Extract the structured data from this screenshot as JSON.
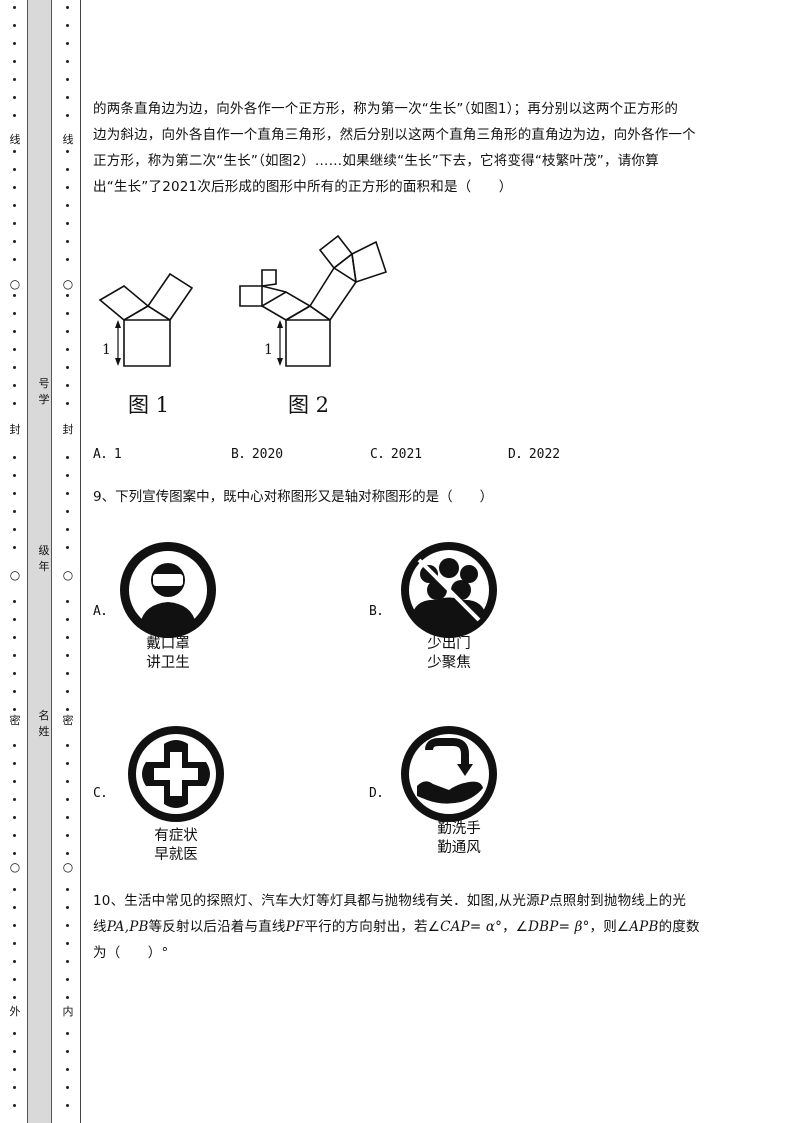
{
  "binding": {
    "outer_marks": [
      "线",
      "○",
      "封",
      "○",
      "密",
      "○",
      "外"
    ],
    "inner_marks": [
      "线",
      "○",
      "封",
      "○",
      "密",
      "○",
      "内"
    ],
    "student_fields": [
      "号学",
      "级年",
      "名姓"
    ]
  },
  "q8": {
    "lines": [
      "的两条直角边为边，向外各作一个正方形，称为第一次“生长”（如图1）；再分别以这两个正方形的",
      "边为斜边，向外各自作一个直角三角形，然后分别以这两个直角三角形的直角边为边，向外各作一个",
      "正方形，称为第二次“生长”（如图2）……如果继续“生长”下去，它将变得“枝繁叶茂”，请你算",
      "出“生长”了2021次后形成的图形中所有的正方形的面积和是（　　）"
    ],
    "figure1": {
      "caption": "图 1",
      "side_label": "1"
    },
    "figure2": {
      "caption": "图 2",
      "side_label": "1"
    },
    "options": [
      "A．1",
      "B．2020",
      "C．2021",
      "D．2022"
    ]
  },
  "q9": {
    "stem": "9、下列宣传图案中，既中心对称图形又是轴对称图形的是（　　）",
    "options": [
      {
        "letter": "A．",
        "icon": "mask-person-icon",
        "caption": [
          "戴口罩",
          "讲卫生"
        ]
      },
      {
        "letter": "B．",
        "icon": "crowd-prohibited-icon",
        "caption": [
          "少出门",
          "少聚焦"
        ]
      },
      {
        "letter": "C．",
        "icon": "medical-cross-icon",
        "caption": [
          "有症状",
          "早就医"
        ]
      },
      {
        "letter": "D．",
        "icon": "hand-washing-icon",
        "caption": [
          "勤洗手",
          "勤通风"
        ]
      }
    ]
  },
  "q10": {
    "line1": "10、生活中常见的探照灯、汽车大灯等灯具都与抛物线有关．如图,从光源",
    "p": "P",
    "line1b": "点照射到抛物线上的光",
    "line2a": "线",
    "pa_pb": "PA,PB",
    "line2b": "等反射以后沿着与直线",
    "pf": "PF",
    "line2c": "平行的方向射出，若∠",
    "cap": "CAP",
    "alpha": "= α°",
    "sep": "，∠",
    "dbp": "DBP",
    "beta": "= β°",
    "line2d": "，则∠",
    "apb": "APB",
    "line2e": "的度数",
    "line3": "为（　　）°"
  }
}
